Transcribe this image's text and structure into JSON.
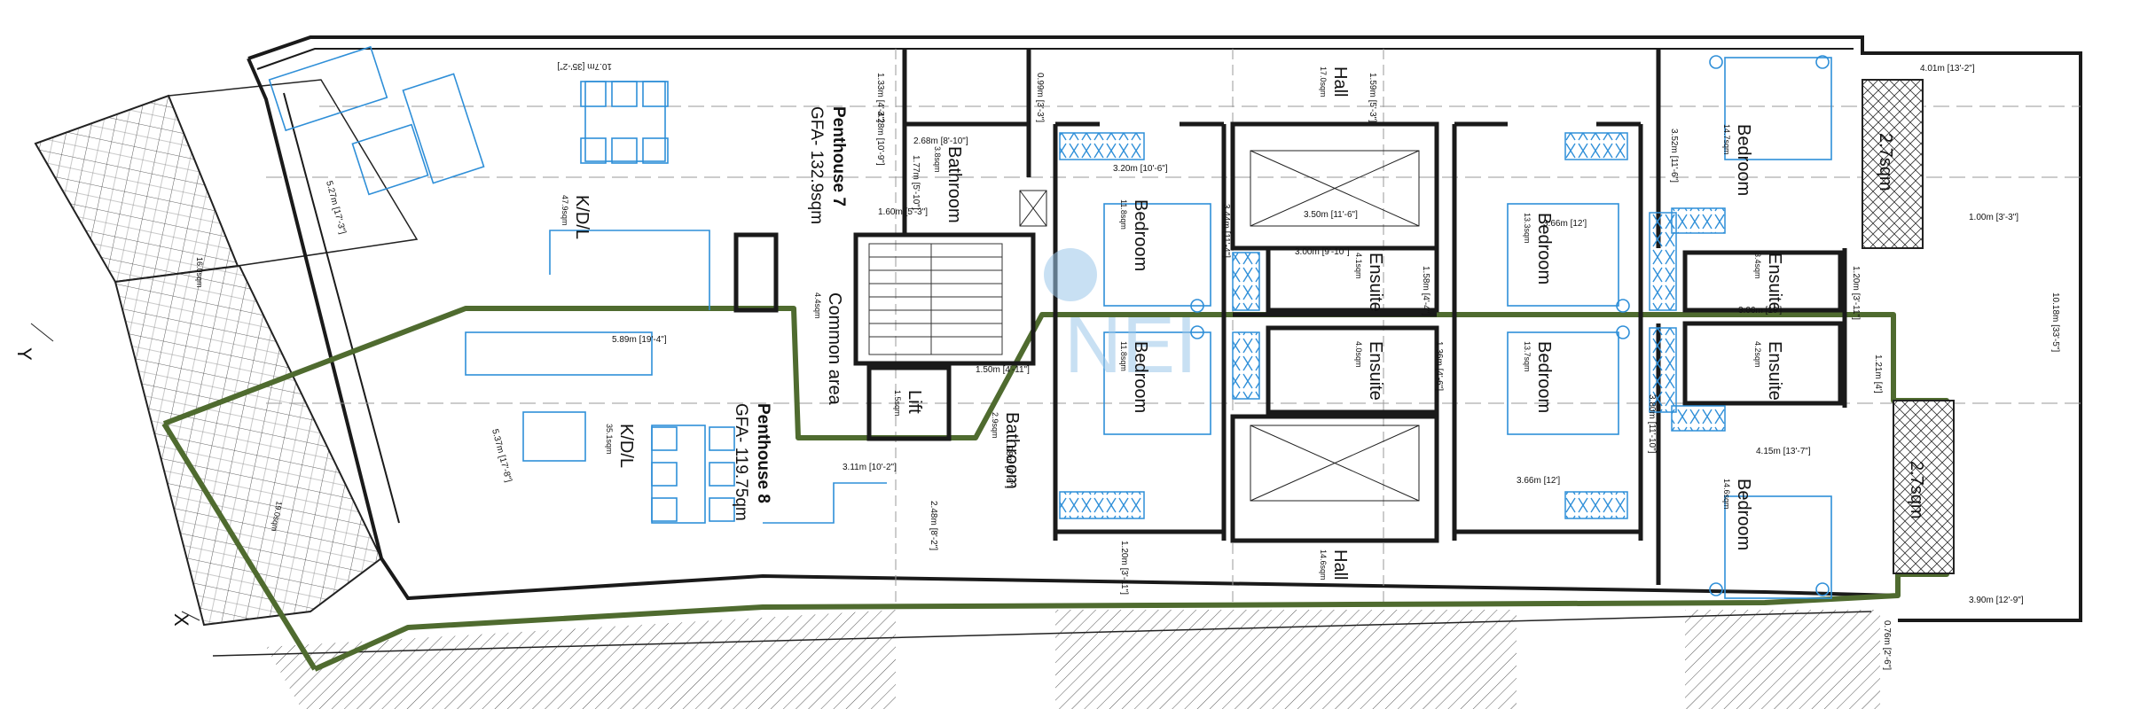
{
  "plan": {
    "units": [
      {
        "name": "Penthouse 7",
        "gfa": "GFA- 132.9sqm"
      },
      {
        "name": "Penthouse 8",
        "gfa": "GFA- 119.75qm"
      }
    ],
    "rooms": [
      {
        "label": "K/D/L",
        "area": "47.9sqm"
      },
      {
        "label": "K/D/L",
        "area": "35.1sqm"
      },
      {
        "label": "Bathroom",
        "area": "3.8sqm"
      },
      {
        "label": "Bathroom",
        "area": "2.9sqm"
      },
      {
        "label": "Common area",
        "area": "4.4sqm"
      },
      {
        "label": "Lift",
        "area": "1.5sqm"
      },
      {
        "label": "Bedroom",
        "area": "11.8sqm"
      },
      {
        "label": "Bedroom",
        "area": "11.8sqm"
      },
      {
        "label": "Hall",
        "area": "17.0sqm"
      },
      {
        "label": "Hall",
        "area": "14.6sqm"
      },
      {
        "label": "Ensuite",
        "area": "4.1sqm"
      },
      {
        "label": "Ensuite",
        "area": "4.0sqm"
      },
      {
        "label": "Bedroom",
        "area": "13.3sqm"
      },
      {
        "label": "Bedroom",
        "area": "13.7sqm"
      },
      {
        "label": "Ensuite",
        "area": "3.4sqm"
      },
      {
        "label": "Ensuite",
        "area": "4.2sqm"
      },
      {
        "label": "Bedroom",
        "area": "14.7sqm"
      },
      {
        "label": "Bedroom",
        "area": "14.6sqm"
      },
      {
        "label": "2.7sqm",
        "area": ""
      },
      {
        "label": "2.7sqm",
        "area": ""
      },
      {
        "label": "16.0sqm",
        "area": ""
      },
      {
        "label": "19.0sqm",
        "area": ""
      }
    ],
    "dimensions": [
      "10.7m [35'-2\"]",
      "1.33m [4'-4\"]",
      "0.99m [3'-3\"]",
      "1.59m [5'-3\"]",
      "2.68m [8'-10\"]",
      "1.77m [5'-10\"]",
      "3.28m [10'-9\"]",
      "1.60m [5'-3\"]",
      "3.20m [10'-6\"]",
      "3.50m [11'-6\"]",
      "3.00m [9'-10\"]",
      "1.58m [4'-4\"]",
      "3.44m [11'-4\"]",
      "3.66m [12']",
      "3.52m [11'-6\"]",
      "4.01m [13'-2\"]",
      "1.00m [3'-3\"]",
      "1.20m [3'-11\"]",
      "3.06m [10']",
      "10.18m [33'-5\"]",
      "5.89m [19'-4\"]",
      "1.50m [4'-11\"]",
      "1.36m [4'-6\"]",
      "3.80m [11'-10\"]",
      "1.21m [4']",
      "4.15m [13'-7\"]",
      "3.11m [10'-2\"]",
      "2.48m [8'-2\"]",
      "1.98m [6'-6\"]",
      "3.66m [12']",
      "1.20m [3'-11\"]",
      "3.90m [12'-9\"]",
      "0.76m [2'-6\"]",
      "5.37m [17'-8\"]",
      "5.27m [17'-3\"]"
    ],
    "axes": {
      "y": "Y",
      "x": "X"
    },
    "colors": {
      "wall": "#1a1a1a",
      "boundary": "#4f6b2f",
      "furniture": "#2f8fd8",
      "watermark": "#9cc7ea"
    }
  }
}
